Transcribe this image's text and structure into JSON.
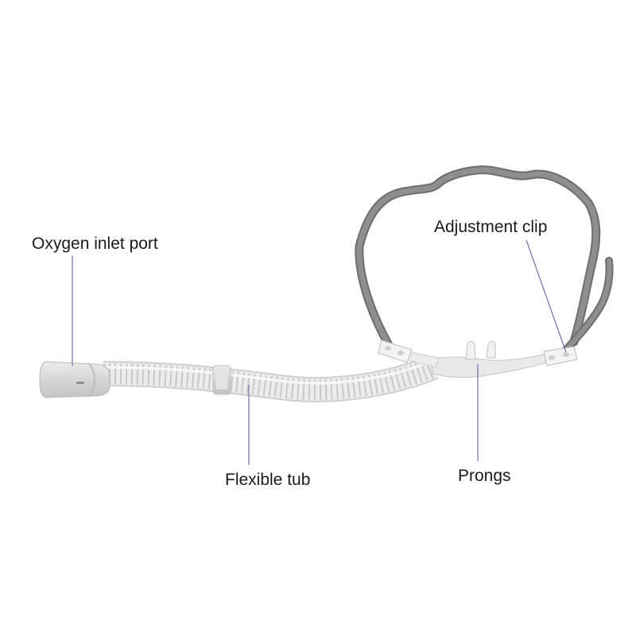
{
  "figure": {
    "labels": {
      "inlet": "Oxygen inlet port",
      "clip": "Adjustment clip",
      "tube": "Flexible tub",
      "prongs": "Prongs"
    },
    "colors": {
      "background": "#ffffff",
      "leader_line": "#6f6fa8",
      "strap": "#8a8a8a",
      "strap_edge": "#6e6e6e",
      "tube": "#e9e9e9",
      "tube_ribs": "#cfcfcf",
      "connector": "#d9d9d9"
    }
  }
}
